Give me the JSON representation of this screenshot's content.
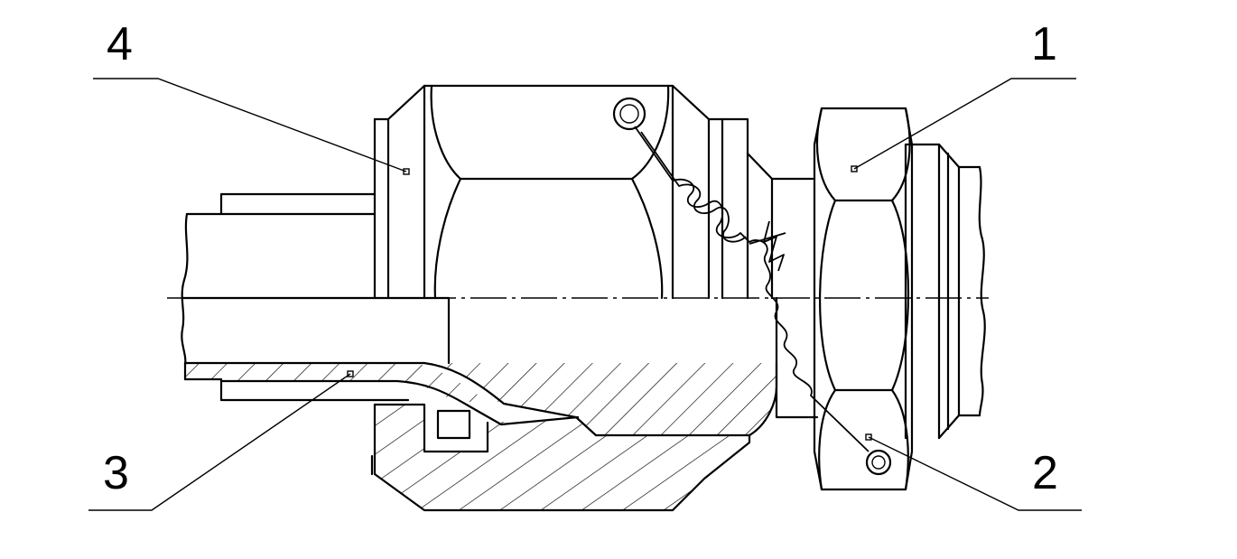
{
  "diagram": {
    "callouts": [
      {
        "id": "1",
        "label": "1"
      },
      {
        "id": "2",
        "label": "2"
      },
      {
        "id": "3",
        "label": "3"
      },
      {
        "id": "4",
        "label": "4"
      }
    ]
  },
  "colors": {
    "line": "#000000",
    "background": "#ffffff"
  }
}
